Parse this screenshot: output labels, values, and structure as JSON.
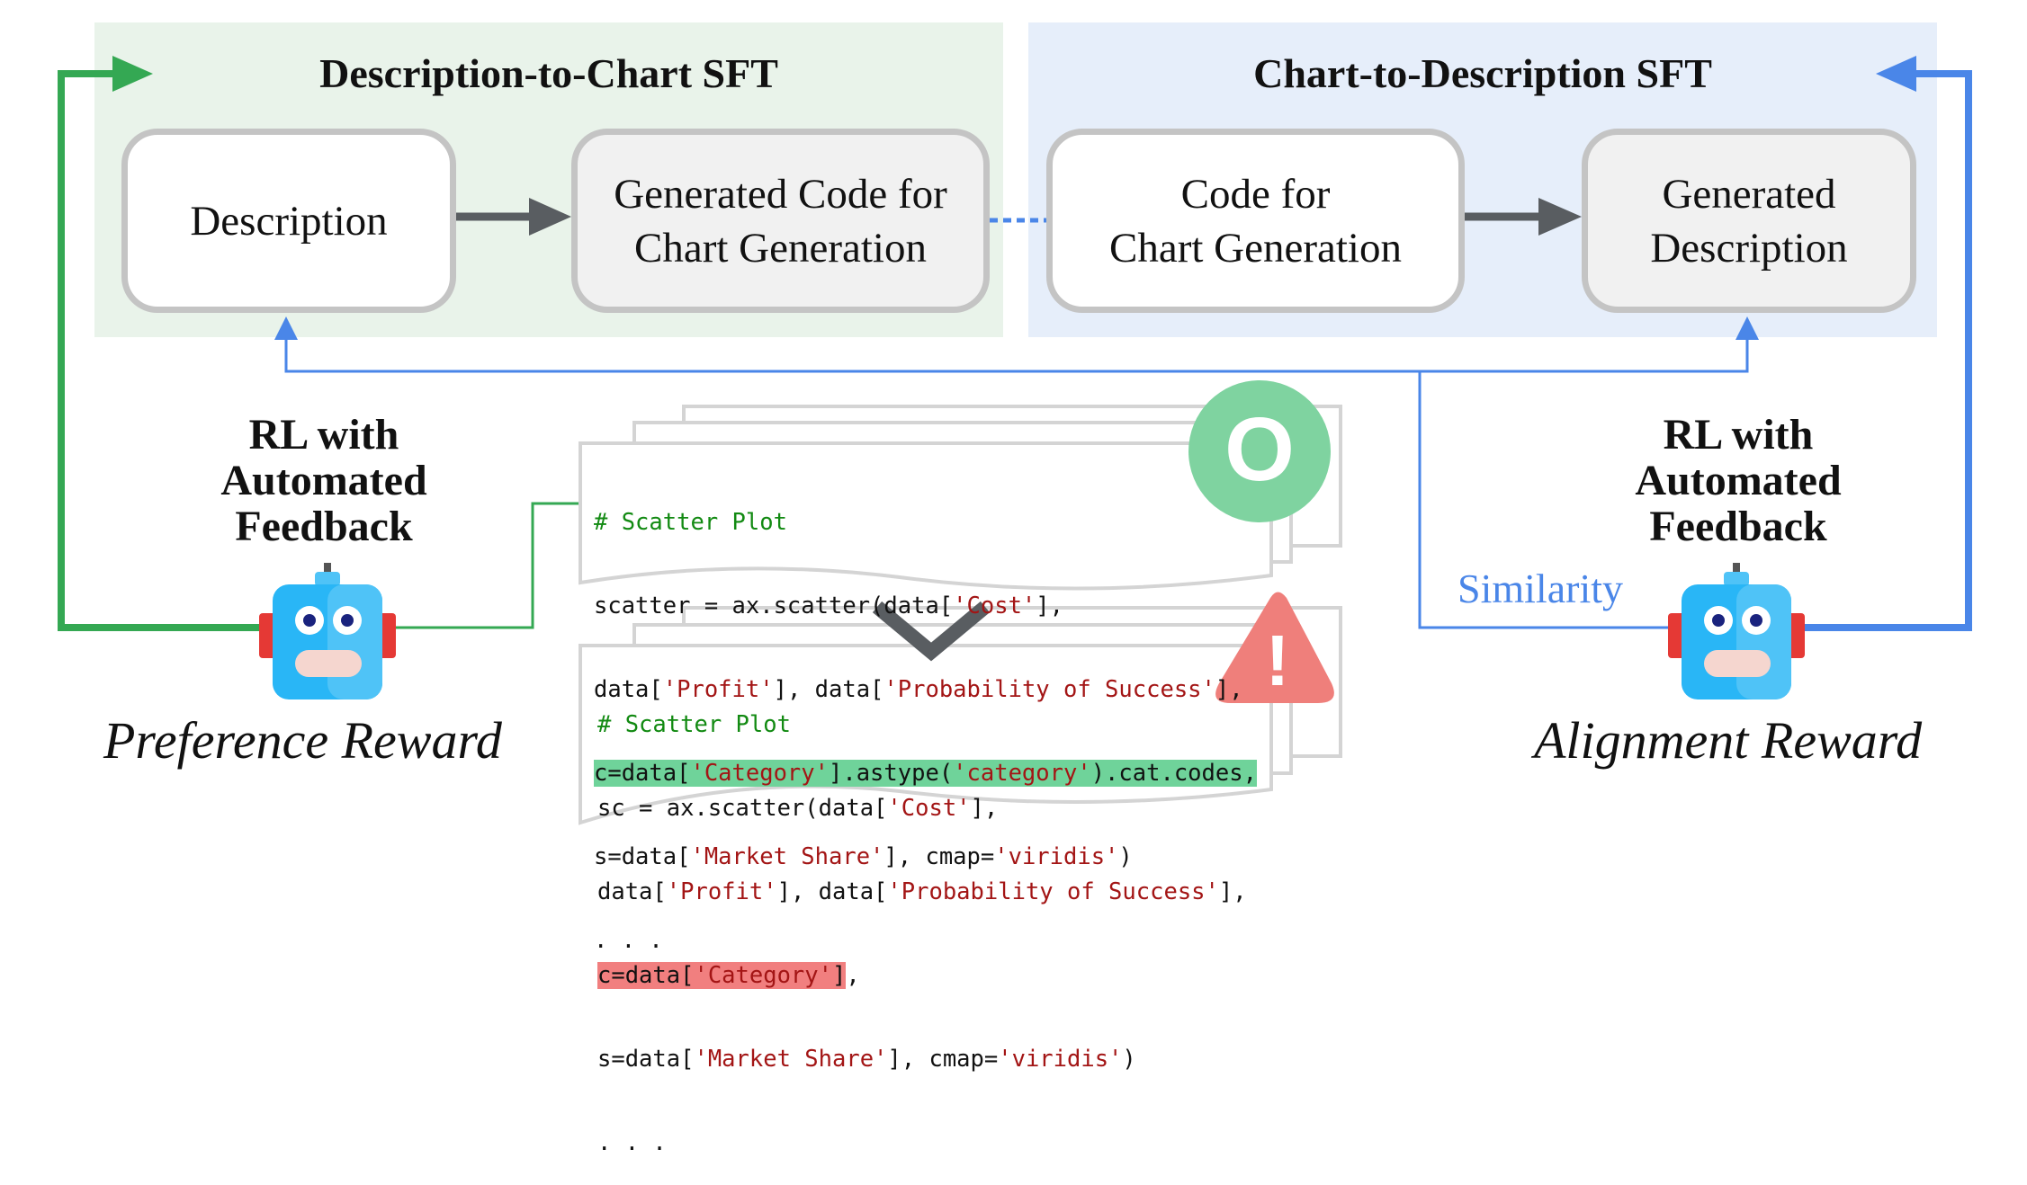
{
  "left_panel": {
    "title": "Description-to-Chart SFT",
    "box_description": "Description",
    "box_generated_code_line1": "Generated Code for",
    "box_generated_code_line2": "Chart Generation"
  },
  "right_panel": {
    "title": "Chart-to-Description SFT",
    "box_code_line1": "Code for",
    "box_code_line2": "Chart Generation",
    "box_generated_desc_line1": "Generated",
    "box_generated_desc_line2": "Description"
  },
  "left_rl": {
    "line1": "RL with",
    "line2": "Automated",
    "line3": "Feedback",
    "reward": "Preference Reward"
  },
  "right_rl": {
    "line1": "RL with",
    "line2": "Automated",
    "line3": "Feedback",
    "reward": "Alignment Reward",
    "similarity": "Similarity"
  },
  "code_good": {
    "comment": "# Scatter Plot",
    "l2": "scatter = ax.scatter(data[",
    "l2_s": "'Cost'",
    "l2_e": "],",
    "l3_a": "data[",
    "l3_s1": "'Profit'",
    "l3_b": "], data[",
    "l3_s2": "'Probability of Success'",
    "l3_c": "],",
    "l4_a": "c=data[",
    "l4_s1": "'Category'",
    "l4_b": "].astype(",
    "l4_s2": "'category'",
    "l4_c": ").cat.codes,",
    "l5_a": "s=data[",
    "l5_s1": "'Market Share'",
    "l5_b": "], cmap=",
    "l5_s2": "'viridis'",
    "l5_c": ")",
    "ellipsis": ". . .",
    "badge": "O"
  },
  "code_bad": {
    "comment": "# Scatter Plot",
    "l2": "sc = ax.scatter(data[",
    "l2_s": "'Cost'",
    "l2_e": "],",
    "l3_a": "data[",
    "l3_s1": "'Profit'",
    "l3_b": "], data[",
    "l3_s2": "'Probability of Success'",
    "l3_c": "],",
    "l4_a": "c=data[",
    "l4_s1": "'Category'",
    "l4_b": "]",
    "l4_c": ",",
    "l5_a": "s=data[",
    "l5_s1": "'Market Share'",
    "l5_b": "], cmap=",
    "l5_s2": "'viridis'",
    "l5_c": ")",
    "ellipsis": ". . .",
    "badge": "!"
  },
  "colors": {
    "left_panel_bg": "#e9f3ea",
    "right_panel_bg": "#e6eefa",
    "green_line": "#34a853",
    "blue_line": "#4a86e8",
    "arrow_dark": "#595d61",
    "good_badge": "#7fd3a0",
    "bad_badge": "#ef7f7b",
    "highlight_green": "#6fd39a",
    "highlight_red": "#f17f7f"
  }
}
